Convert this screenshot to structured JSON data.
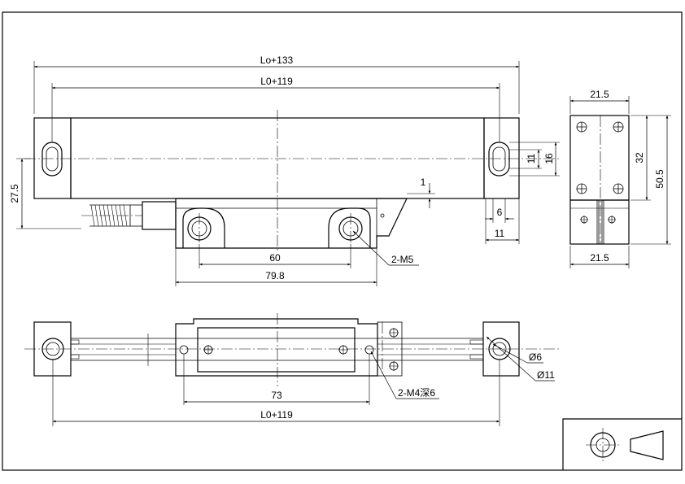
{
  "dimensions": {
    "top_overall_length": "Lo+133",
    "top_mount_length": "L0+119",
    "side_height": "27.5",
    "step_gap": "1",
    "hole_spacing": "60",
    "reader_length": "79.8",
    "tap_callout": "2-M5",
    "slot_height_11": "11",
    "slot_height_16": "16",
    "slot_width_6": "6",
    "end_width_11": "11",
    "end_view_top_width": "21.5",
    "end_view_height_32": "32",
    "end_view_height_50_5": "50.5",
    "end_view_bottom_width": "21.5",
    "bottom_hole_spacing": "73",
    "bottom_mount_length": "L0+119",
    "thread_callout": "2-M4深6",
    "hole_dia_6": "Ø6",
    "hole_dia_11": "Ø11"
  }
}
